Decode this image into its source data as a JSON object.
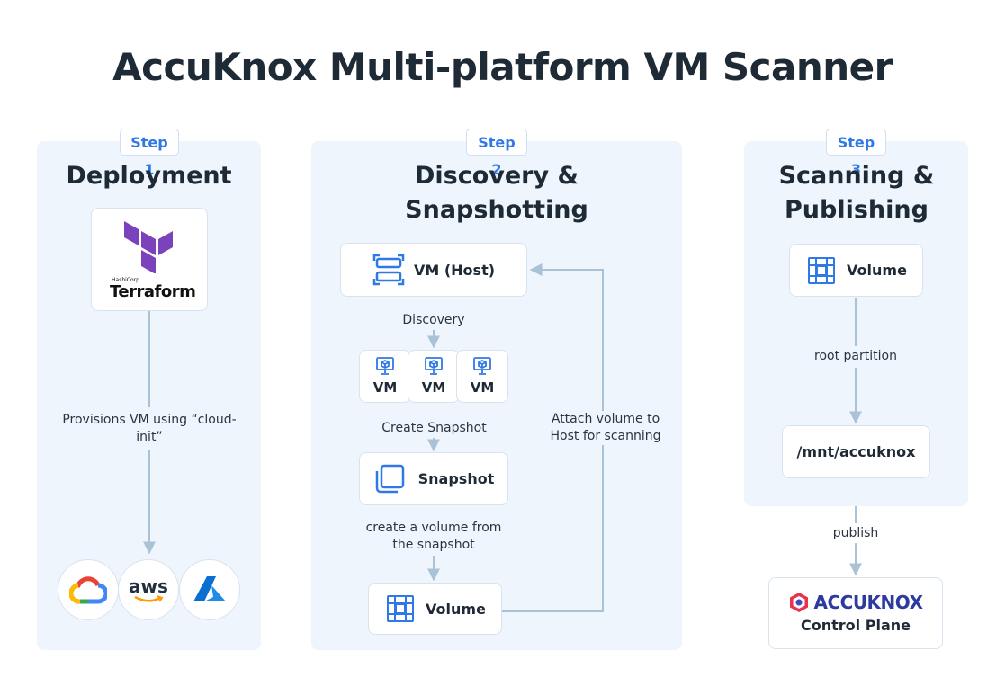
{
  "title": "AccuKnox Multi-platform VM Scanner",
  "colors": {
    "accent": "#2f78e8",
    "panel": "#eef5fd",
    "arrow": "#a9c2d6",
    "text": "#1e2b36"
  },
  "step1": {
    "badge": "Step 1",
    "title": "Deployment",
    "terraform": {
      "small": "HashiCorp",
      "name": "Terraform"
    },
    "edge_label": "Provisions VM using “cloud-init”",
    "clouds": [
      {
        "icon": "google-cloud-icon"
      },
      {
        "icon": "aws-icon",
        "text": "aws"
      },
      {
        "icon": "azure-icon"
      }
    ]
  },
  "step2": {
    "badge": "Step 2",
    "title": "Discovery & Snapshotting",
    "host": "VM (Host)",
    "discovery": "Discovery",
    "vms": [
      "VM",
      "VM",
      "VM"
    ],
    "create_snapshot": "Create Snapshot",
    "snapshot": "Snapshot",
    "create_volume": "create a volume from the snapshot",
    "volume": "Volume",
    "attach": "Attach volume to Host for scanning"
  },
  "step3": {
    "badge": "Step 3",
    "title": "Scanning & Publishing",
    "volume": "Volume",
    "root_partition": "root partition",
    "mount": "/mnt/accuknox",
    "publish": "publish",
    "control_plane": {
      "brand": "ACCUKNOX",
      "label": "Control Plane"
    }
  }
}
